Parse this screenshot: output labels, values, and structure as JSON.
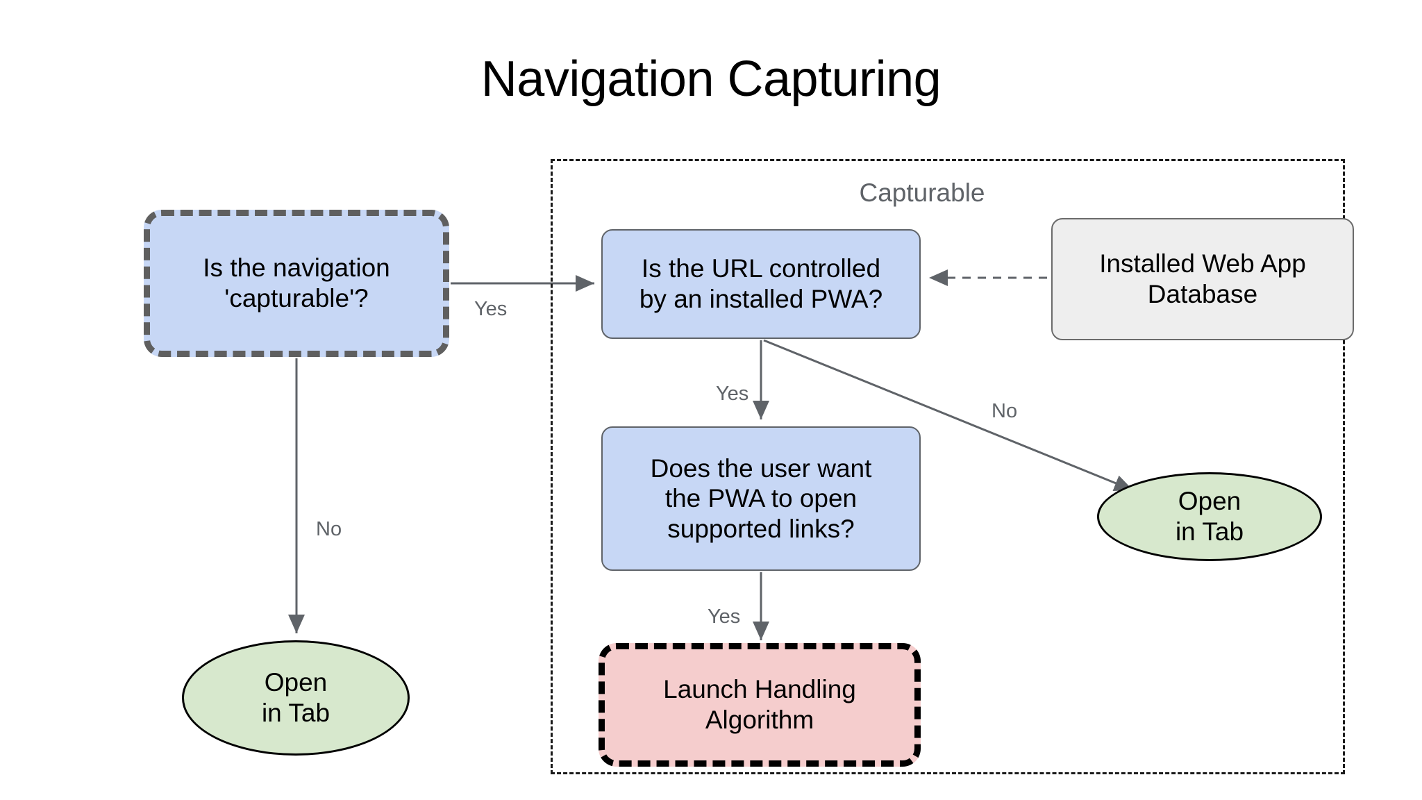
{
  "title": "Navigation Capturing",
  "group": {
    "label": "Capturable"
  },
  "nodes": {
    "capturable": {
      "label": "Is the navigation\n'capturable'?",
      "shape": "rounded-rect-dashed",
      "fill": "#c7d7f5",
      "stroke": "#5f5f5f"
    },
    "url_pwa": {
      "label": "Is the URL controlled\nby an installed PWA?",
      "shape": "rounded-rect",
      "fill": "#c7d7f5",
      "stroke": "#5f6368"
    },
    "database": {
      "label": "Installed Web App\nDatabase",
      "shape": "rounded-rect",
      "fill": "#eeeeee",
      "stroke": "#6b6b6b"
    },
    "user_want": {
      "label": "Does the user want\nthe PWA to open\nsupported links?",
      "shape": "rounded-rect",
      "fill": "#c7d7f5",
      "stroke": "#5f6368"
    },
    "launch": {
      "label": "Launch Handling\nAlgorithm",
      "shape": "rounded-rect-dashed",
      "fill": "#f5cdcd",
      "stroke": "#000000"
    },
    "open_tab_left": {
      "label": "Open\nin Tab",
      "shape": "ellipse",
      "fill": "#d7e8cd",
      "stroke": "#000000"
    },
    "open_tab_right": {
      "label": "Open\nin Tab",
      "shape": "ellipse",
      "fill": "#d7e8cd",
      "stroke": "#000000"
    }
  },
  "edges": [
    {
      "id": "e1",
      "from": "capturable",
      "to": "url_pwa",
      "label": "Yes",
      "style": "solid"
    },
    {
      "id": "e2",
      "from": "capturable",
      "to": "open_tab_left",
      "label": "No",
      "style": "solid"
    },
    {
      "id": "e3",
      "from": "url_pwa",
      "to": "user_want",
      "label": "Yes",
      "style": "solid"
    },
    {
      "id": "e4",
      "from": "url_pwa",
      "to": "open_tab_right",
      "label": "No",
      "style": "solid"
    },
    {
      "id": "e5",
      "from": "user_want",
      "to": "launch",
      "label": "Yes",
      "style": "solid"
    },
    {
      "id": "e6",
      "from": "database",
      "to": "url_pwa",
      "label": "",
      "style": "dashed"
    }
  ],
  "edge_labels": {
    "yes_1": "Yes",
    "no_1": "No",
    "yes_2": "Yes",
    "no_2": "No",
    "yes_3": "Yes"
  },
  "colors": {
    "background": "#ffffff",
    "blue_fill": "#c7d7f5",
    "green_fill": "#d7e8cd",
    "pink_fill": "#f5cdcd",
    "grey_fill": "#eeeeee",
    "edge": "#5f6368",
    "text": "#000000",
    "muted_text": "#5f6368"
  }
}
